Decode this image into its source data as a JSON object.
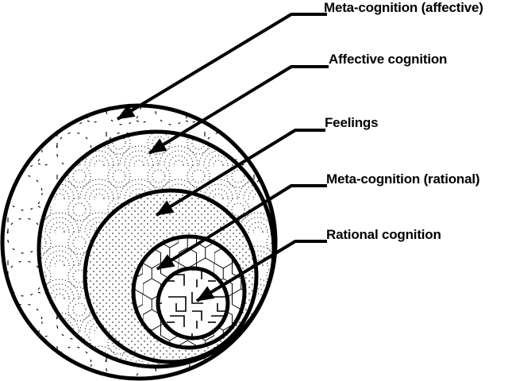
{
  "figure": {
    "background_color": "#ffffff",
    "ink_color": "#000000",
    "labels": [
      {
        "id": "meta-cognition-affective",
        "text": "Meta-cognition (affective)"
      },
      {
        "id": "affective-cognition",
        "text": "Affective cognition"
      },
      {
        "id": "feelings",
        "text": "Feelings"
      },
      {
        "id": "meta-cognition-rational",
        "text": "Meta-cognition (rational)"
      },
      {
        "id": "rational-cognition",
        "text": "Rational cognition"
      }
    ],
    "rings_outer_to_inner": [
      {
        "label": "Meta-cognition (affective)",
        "texture": "sparse-dashed-arcs"
      },
      {
        "label": "Affective cognition",
        "texture": "dotted-scallops"
      },
      {
        "label": "Feelings",
        "texture": "stipple-dots"
      },
      {
        "label": "Meta-cognition (rational)",
        "texture": "honeycomb-hexagons"
      },
      {
        "label": "Rational cognition",
        "texture": "maze-circuit"
      }
    ]
  }
}
